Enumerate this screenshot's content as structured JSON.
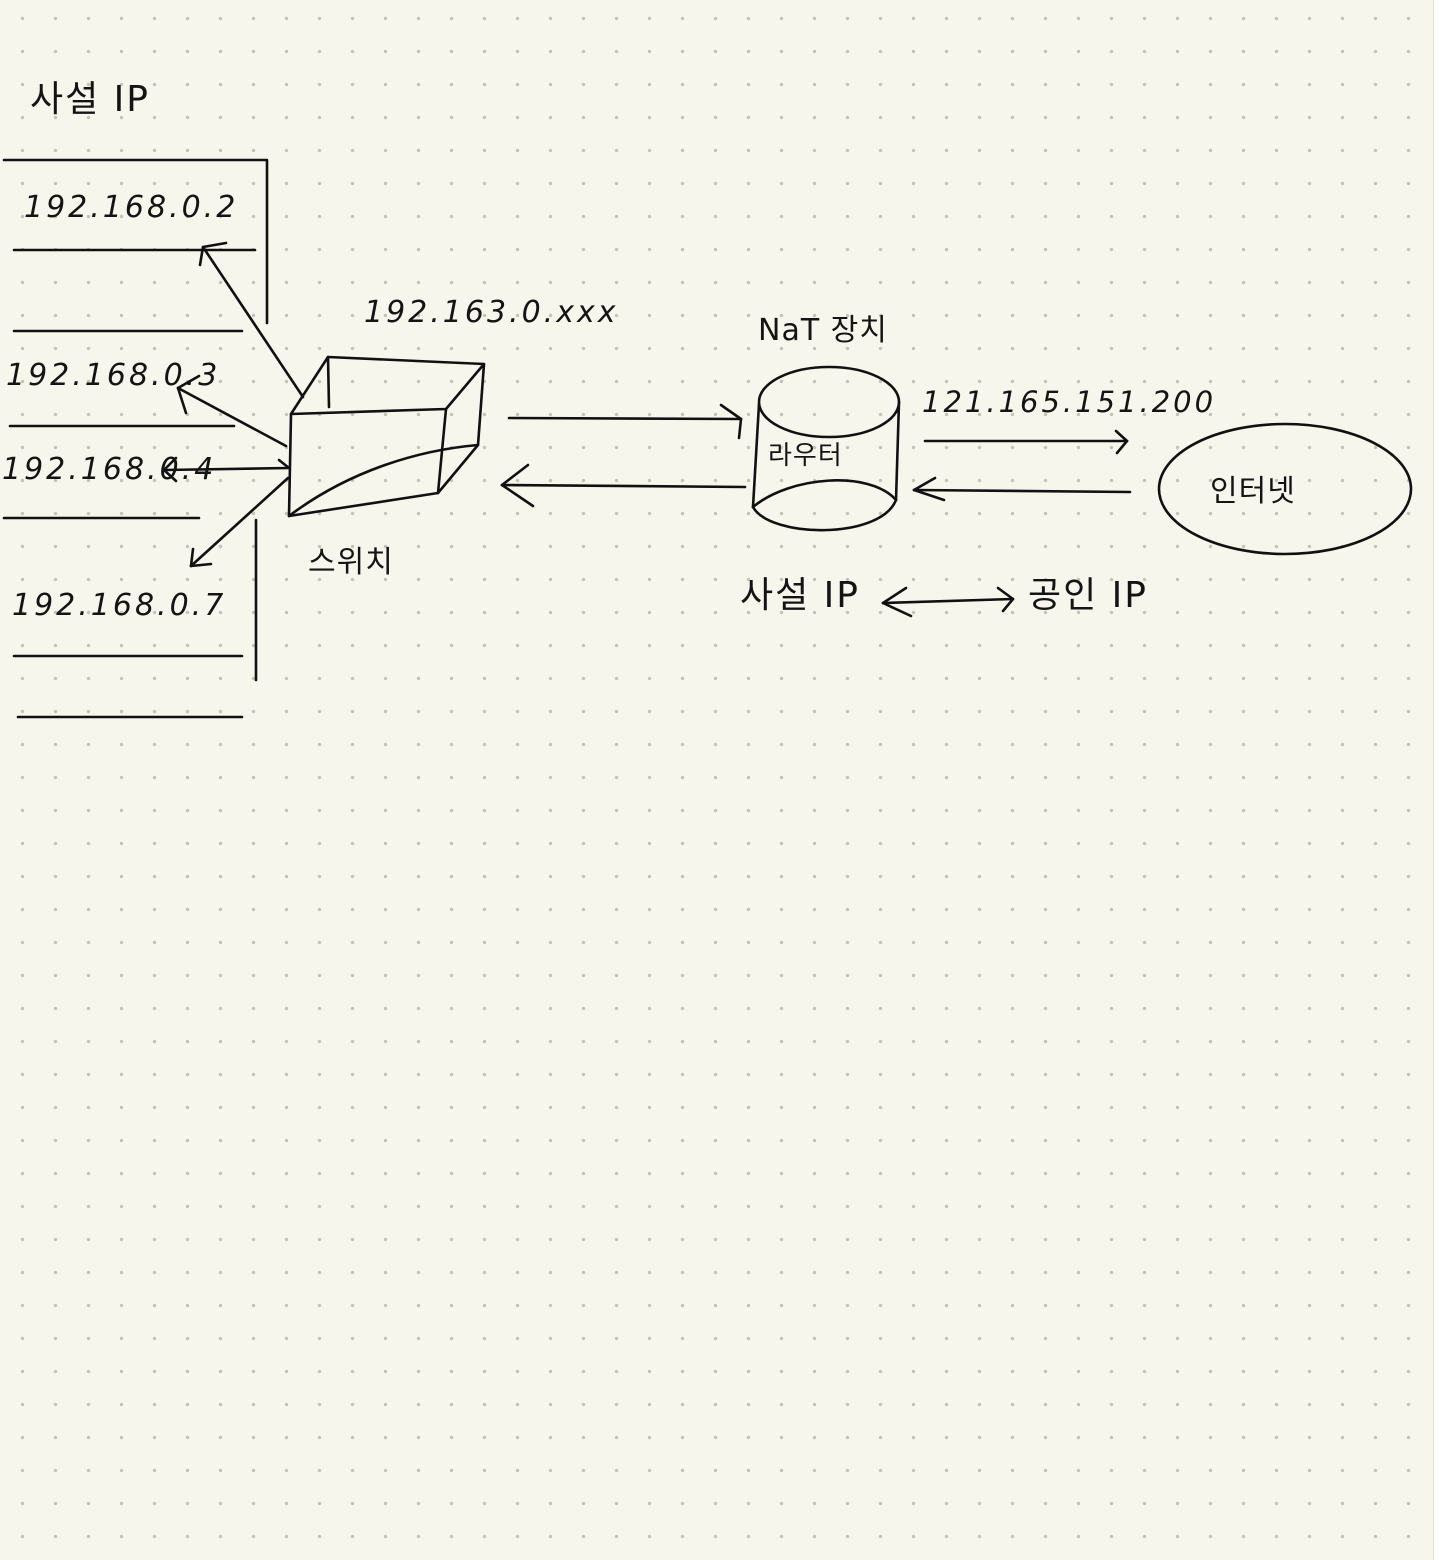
{
  "diagram": {
    "private_ip_heading": "사설 IP",
    "hosts": [
      {
        "ip": "192.168.0.2"
      },
      {
        "ip": "192.168.0.3"
      },
      {
        "ip": "192.168.0.4"
      },
      {
        "ip": "192.168.0.7"
      }
    ],
    "switch": {
      "subnet": "192.163.0.xxx",
      "label": "스위치"
    },
    "nat_device": {
      "title": "NaT 장치",
      "label": "라우터",
      "public_ip": "121.165.151.200"
    },
    "internet_label": "인터넷",
    "translation": {
      "private": "사설 IP",
      "public": "공인 IP"
    }
  }
}
